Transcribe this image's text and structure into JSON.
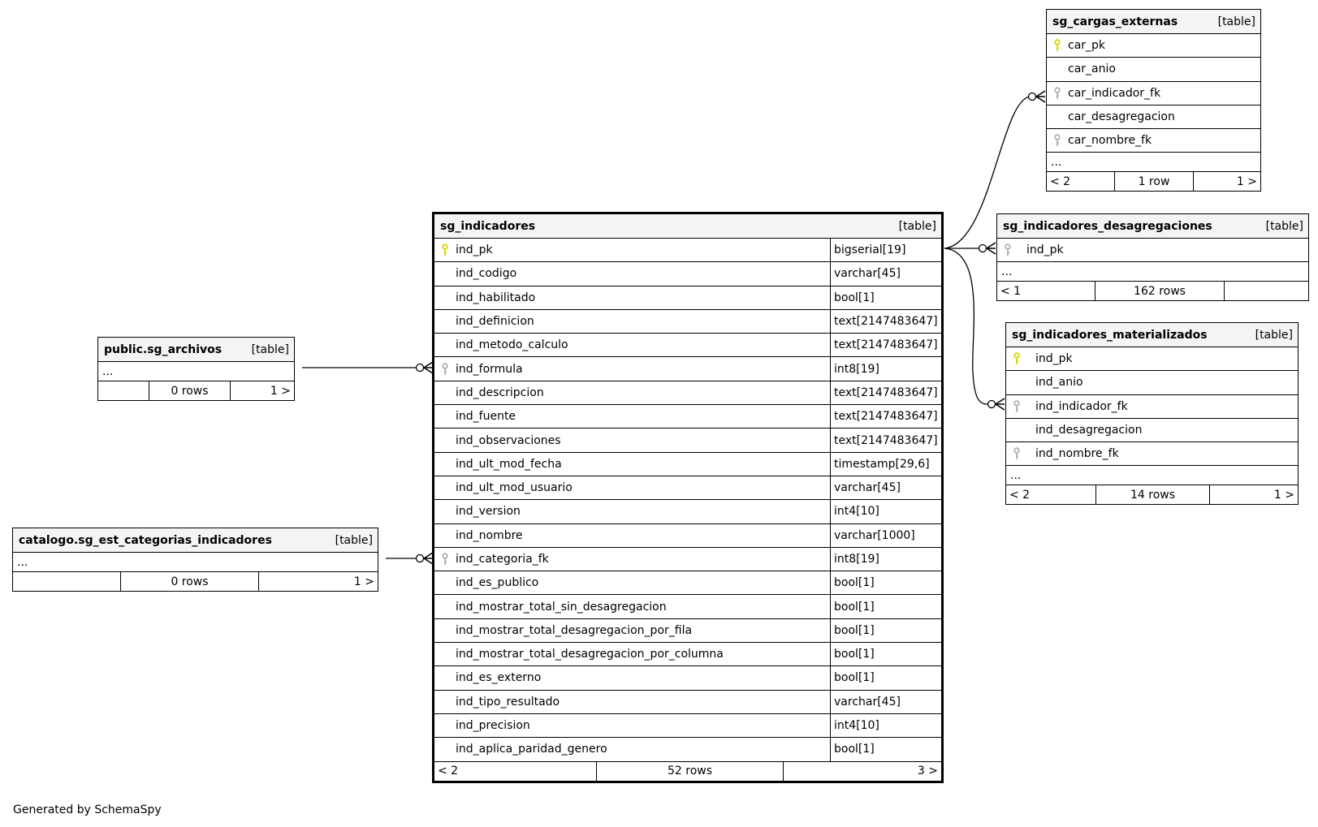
{
  "footer_caption": "Generated by SchemaSpy",
  "colors": {
    "pk_key": "#d8d800",
    "fk_key": "#b0b0b0",
    "header_bg": "#f4f4f4"
  },
  "tables": {
    "sg_indicadores": {
      "name": "sg_indicadores",
      "kind": "[table]",
      "columns": [
        {
          "name": "ind_pk",
          "type": "bigserial[19]",
          "key": "pk"
        },
        {
          "name": "ind_codigo",
          "type": "varchar[45]",
          "key": ""
        },
        {
          "name": "ind_habilitado",
          "type": "bool[1]",
          "key": ""
        },
        {
          "name": "ind_definicion",
          "type": "text[2147483647]",
          "key": ""
        },
        {
          "name": "ind_metodo_calculo",
          "type": "text[2147483647]",
          "key": ""
        },
        {
          "name": "ind_formula",
          "type": "int8[19]",
          "key": "fk"
        },
        {
          "name": "ind_descripcion",
          "type": "text[2147483647]",
          "key": ""
        },
        {
          "name": "ind_fuente",
          "type": "text[2147483647]",
          "key": ""
        },
        {
          "name": "ind_observaciones",
          "type": "text[2147483647]",
          "key": ""
        },
        {
          "name": "ind_ult_mod_fecha",
          "type": "timestamp[29,6]",
          "key": ""
        },
        {
          "name": "ind_ult_mod_usuario",
          "type": "varchar[45]",
          "key": ""
        },
        {
          "name": "ind_version",
          "type": "int4[10]",
          "key": ""
        },
        {
          "name": "ind_nombre",
          "type": "varchar[1000]",
          "key": ""
        },
        {
          "name": "ind_categoria_fk",
          "type": "int8[19]",
          "key": "fk"
        },
        {
          "name": "ind_es_publico",
          "type": "bool[1]",
          "key": ""
        },
        {
          "name": "ind_mostrar_total_sin_desagregacion",
          "type": "bool[1]",
          "key": ""
        },
        {
          "name": "ind_mostrar_total_desagregacion_por_fila",
          "type": "bool[1]",
          "key": ""
        },
        {
          "name": "ind_mostrar_total_desagregacion_por_columna",
          "type": "bool[1]",
          "key": ""
        },
        {
          "name": "ind_es_externo",
          "type": "bool[1]",
          "key": ""
        },
        {
          "name": "ind_tipo_resultado",
          "type": "varchar[45]",
          "key": ""
        },
        {
          "name": "ind_precision",
          "type": "int4[10]",
          "key": ""
        },
        {
          "name": "ind_aplica_paridad_genero",
          "type": "bool[1]",
          "key": ""
        }
      ],
      "footer": {
        "parents": "< 2",
        "rows": "52 rows",
        "children": "3 >"
      }
    },
    "sg_cargas_externas": {
      "name": "sg_cargas_externas",
      "kind": "[table]",
      "columns": [
        {
          "name": "car_pk",
          "key": "pk"
        },
        {
          "name": "car_anio",
          "key": ""
        },
        {
          "name": "car_indicador_fk",
          "key": "fk"
        },
        {
          "name": "car_desagregacion",
          "key": ""
        },
        {
          "name": "car_nombre_fk",
          "key": "fk"
        }
      ],
      "ellipsis": "...",
      "footer": {
        "parents": "< 2",
        "rows": "1 row",
        "children": "1 >"
      }
    },
    "sg_indicadores_desagregaciones": {
      "name": "sg_indicadores_desagregaciones",
      "kind": "[table]",
      "columns": [
        {
          "name": "ind_pk",
          "key": "fk"
        }
      ],
      "ellipsis": "...",
      "footer": {
        "parents": "< 1",
        "rows": "162 rows",
        "children": ""
      }
    },
    "sg_indicadores_materializados": {
      "name": "sg_indicadores_materializados",
      "kind": "[table]",
      "columns": [
        {
          "name": "ind_pk",
          "key": "pk"
        },
        {
          "name": "ind_anio",
          "key": ""
        },
        {
          "name": "ind_indicador_fk",
          "key": "fk"
        },
        {
          "name": "ind_desagregacion",
          "key": ""
        },
        {
          "name": "ind_nombre_fk",
          "key": "fk"
        }
      ],
      "ellipsis": "...",
      "footer": {
        "parents": "< 2",
        "rows": "14 rows",
        "children": "1 >"
      }
    },
    "public_sg_archivos": {
      "name": "public.sg_archivos",
      "kind": "[table]",
      "ellipsis": "...",
      "footer": {
        "parents": "",
        "rows": "0 rows",
        "children": "1 >"
      }
    },
    "catalogo_sg_est_categorias_indicadores": {
      "name": "catalogo.sg_est_categorias_indicadores",
      "kind": "[table]",
      "ellipsis": "...",
      "footer": {
        "parents": "",
        "rows": "0 rows",
        "children": "1 >"
      }
    }
  },
  "relationships": [
    {
      "from": "sg_indicadores.ind_pk",
      "to": "sg_cargas_externas.car_indicador_fk",
      "cardinality": "one-to-zero-or-many"
    },
    {
      "from": "sg_indicadores.ind_pk",
      "to": "sg_indicadores_desagregaciones.ind_pk",
      "cardinality": "one-to-zero-or-many"
    },
    {
      "from": "sg_indicadores.ind_pk",
      "to": "sg_indicadores_materializados.ind_indicador_fk",
      "cardinality": "one-to-zero-or-many"
    },
    {
      "from": "public.sg_archivos",
      "to": "sg_indicadores.ind_formula",
      "cardinality": "one-to-zero-or-many"
    },
    {
      "from": "catalogo.sg_est_categorias_indicadores",
      "to": "sg_indicadores.ind_categoria_fk",
      "cardinality": "one-to-zero-or-many"
    }
  ]
}
